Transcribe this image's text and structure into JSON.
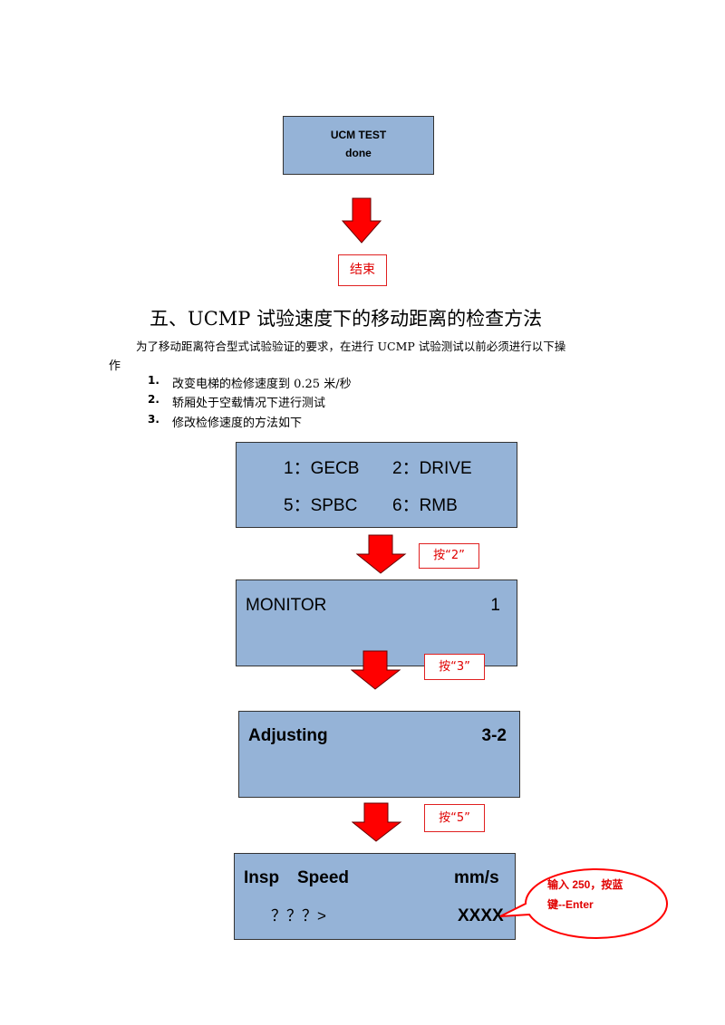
{
  "ucm_box": {
    "line1": "UCM TEST",
    "line2": "done"
  },
  "end_label": "结束",
  "heading": "五、UCMP 试验速度下的移动距离的检查方法",
  "paragraph": {
    "line1": "为了移动距离符合型式试验验证的要求，在进行 UCMP 试验测试以前必须进行以下操",
    "line2": "作"
  },
  "steps": [
    {
      "num": "1.",
      "text": "改变电梯的检修速度到 0.25 米/秒"
    },
    {
      "num": "2.",
      "text": "轿厢处于空载情况下进行测试"
    },
    {
      "num": "3.",
      "text": "修改检修速度的方法如下"
    }
  ],
  "screen1": {
    "items": [
      "1：GECB",
      "2：DRIVE",
      "5：SPBC",
      "6：RMB"
    ]
  },
  "press1": "按“2”",
  "screen2": {
    "title": "MONITOR",
    "value": "1"
  },
  "press2": "按“3”",
  "screen3": {
    "title": "Adjusting",
    "value": "3-2"
  },
  "press3": "按“5”",
  "screen4": {
    "label1": "Insp",
    "label2": "Speed",
    "unit": "mm/s",
    "prompt": "？？？>",
    "value": "XXXX"
  },
  "callout": {
    "line1": "输入 250，按蓝",
    "line2": "键--Enter"
  },
  "colors": {
    "lcd": "#95b3d7",
    "red": "#e00000"
  }
}
